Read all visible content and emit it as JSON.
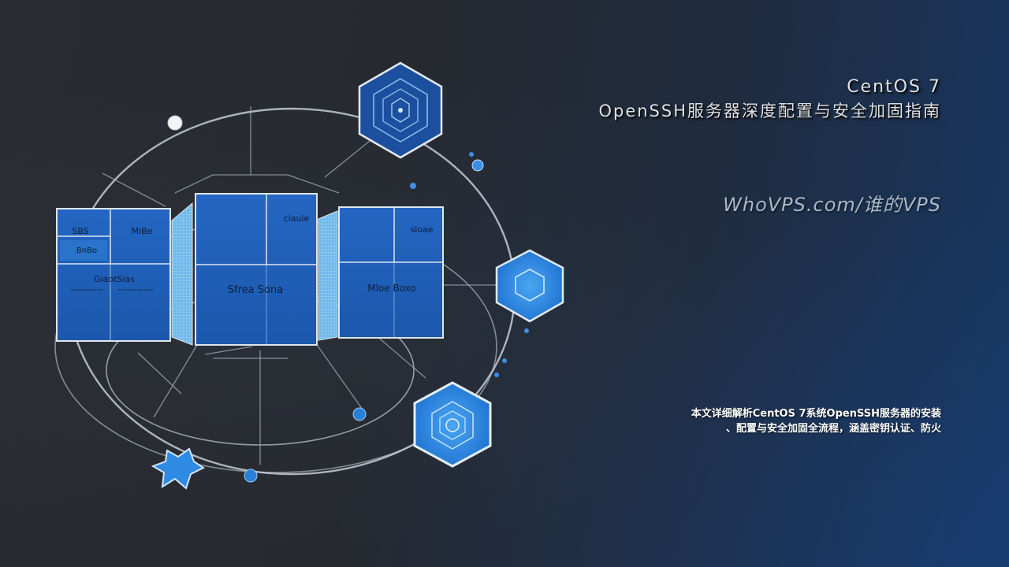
{
  "title": {
    "line1": "CentOS 7",
    "line2": "OpenSSH服务器深度配置与安全加固指南"
  },
  "site": "WhoVPS.com/谁的VPS",
  "description": {
    "line1": "本文详细解析CentOS 7系统OpenSSH服务器的安装",
    "line2": "、配置与安全加固全流程，涵盖密钥认证、防火"
  },
  "illustration": {
    "panel_left_labels": [
      "SBS",
      "MiBe",
      "BnBo",
      "GiaotSias"
    ],
    "panel_center_labels": [
      "ciauie",
      "Sfrea Sona"
    ],
    "panel_right_labels": [
      "sloae",
      "Mloe Boxo"
    ]
  },
  "colors": {
    "panel_blue": "#1d5fb8",
    "panel_light": "#3a8ee0",
    "hex_dark": "#1d4f9f",
    "hex_bright": "#2e8fe6",
    "ring": "#c7cdd6",
    "accent_dot": "#3b8fe6"
  }
}
